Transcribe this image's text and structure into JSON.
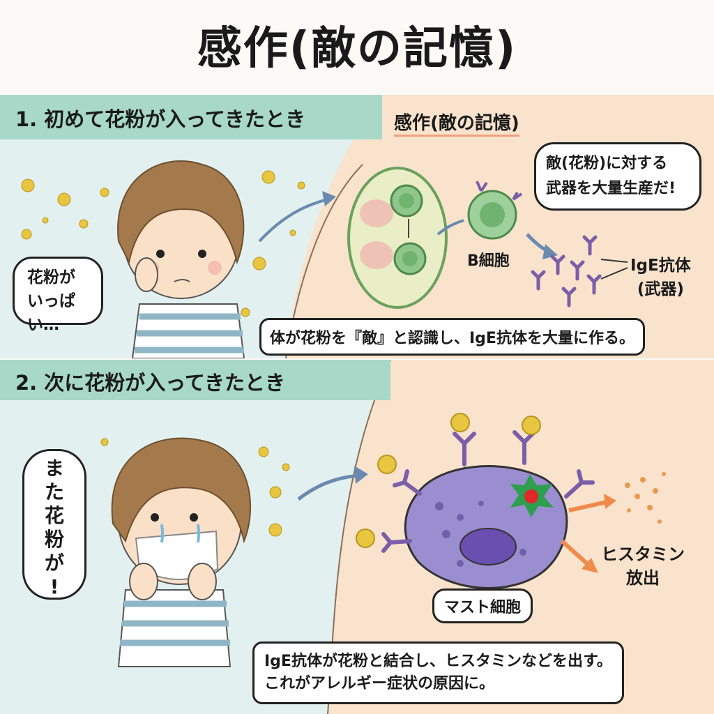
{
  "title": "感作(敵の記憶)",
  "panel1": {
    "header": "1. 初めて花粉が入ってきたとき",
    "subheader": "感作(敵の記憶)",
    "child_bubble": [
      "花粉が",
      "いっぱい…"
    ],
    "cell_bubble": [
      "敵(花粉)に対する",
      "武器を大量生産だ!"
    ],
    "b_cell_label": "B細胞",
    "antibody_label": [
      "IgE抗体",
      "(武器)"
    ],
    "caption": "体が花粉を『敵』と認識し、IgE抗体を大量に作る。"
  },
  "panel2": {
    "header": "2. 次に花粉が入ってきたとき",
    "child_bubble": [
      "ま",
      "た",
      "花",
      "粉",
      "が",
      "!"
    ],
    "histamine_label": [
      "ヒスタミン",
      "放出"
    ],
    "mast_cell_label": "マスト細胞",
    "caption": [
      "IgE抗体が花粉と結合し、ヒスタミンなどを出す。",
      "これがアレルギー症状の原因に。"
    ]
  },
  "colors": {
    "header_bar": "#a7d8c8",
    "panel_bg": "#e2f1ef",
    "body_skin": "#f9e3cc",
    "pollen": "#e8c640",
    "antibody": "#7b5ea7",
    "mast_cell": "#9b8ed0",
    "b_cell": "#6fb36f",
    "arrow": "#6b8ab0",
    "histamine_arrow": "#f08a4b"
  }
}
